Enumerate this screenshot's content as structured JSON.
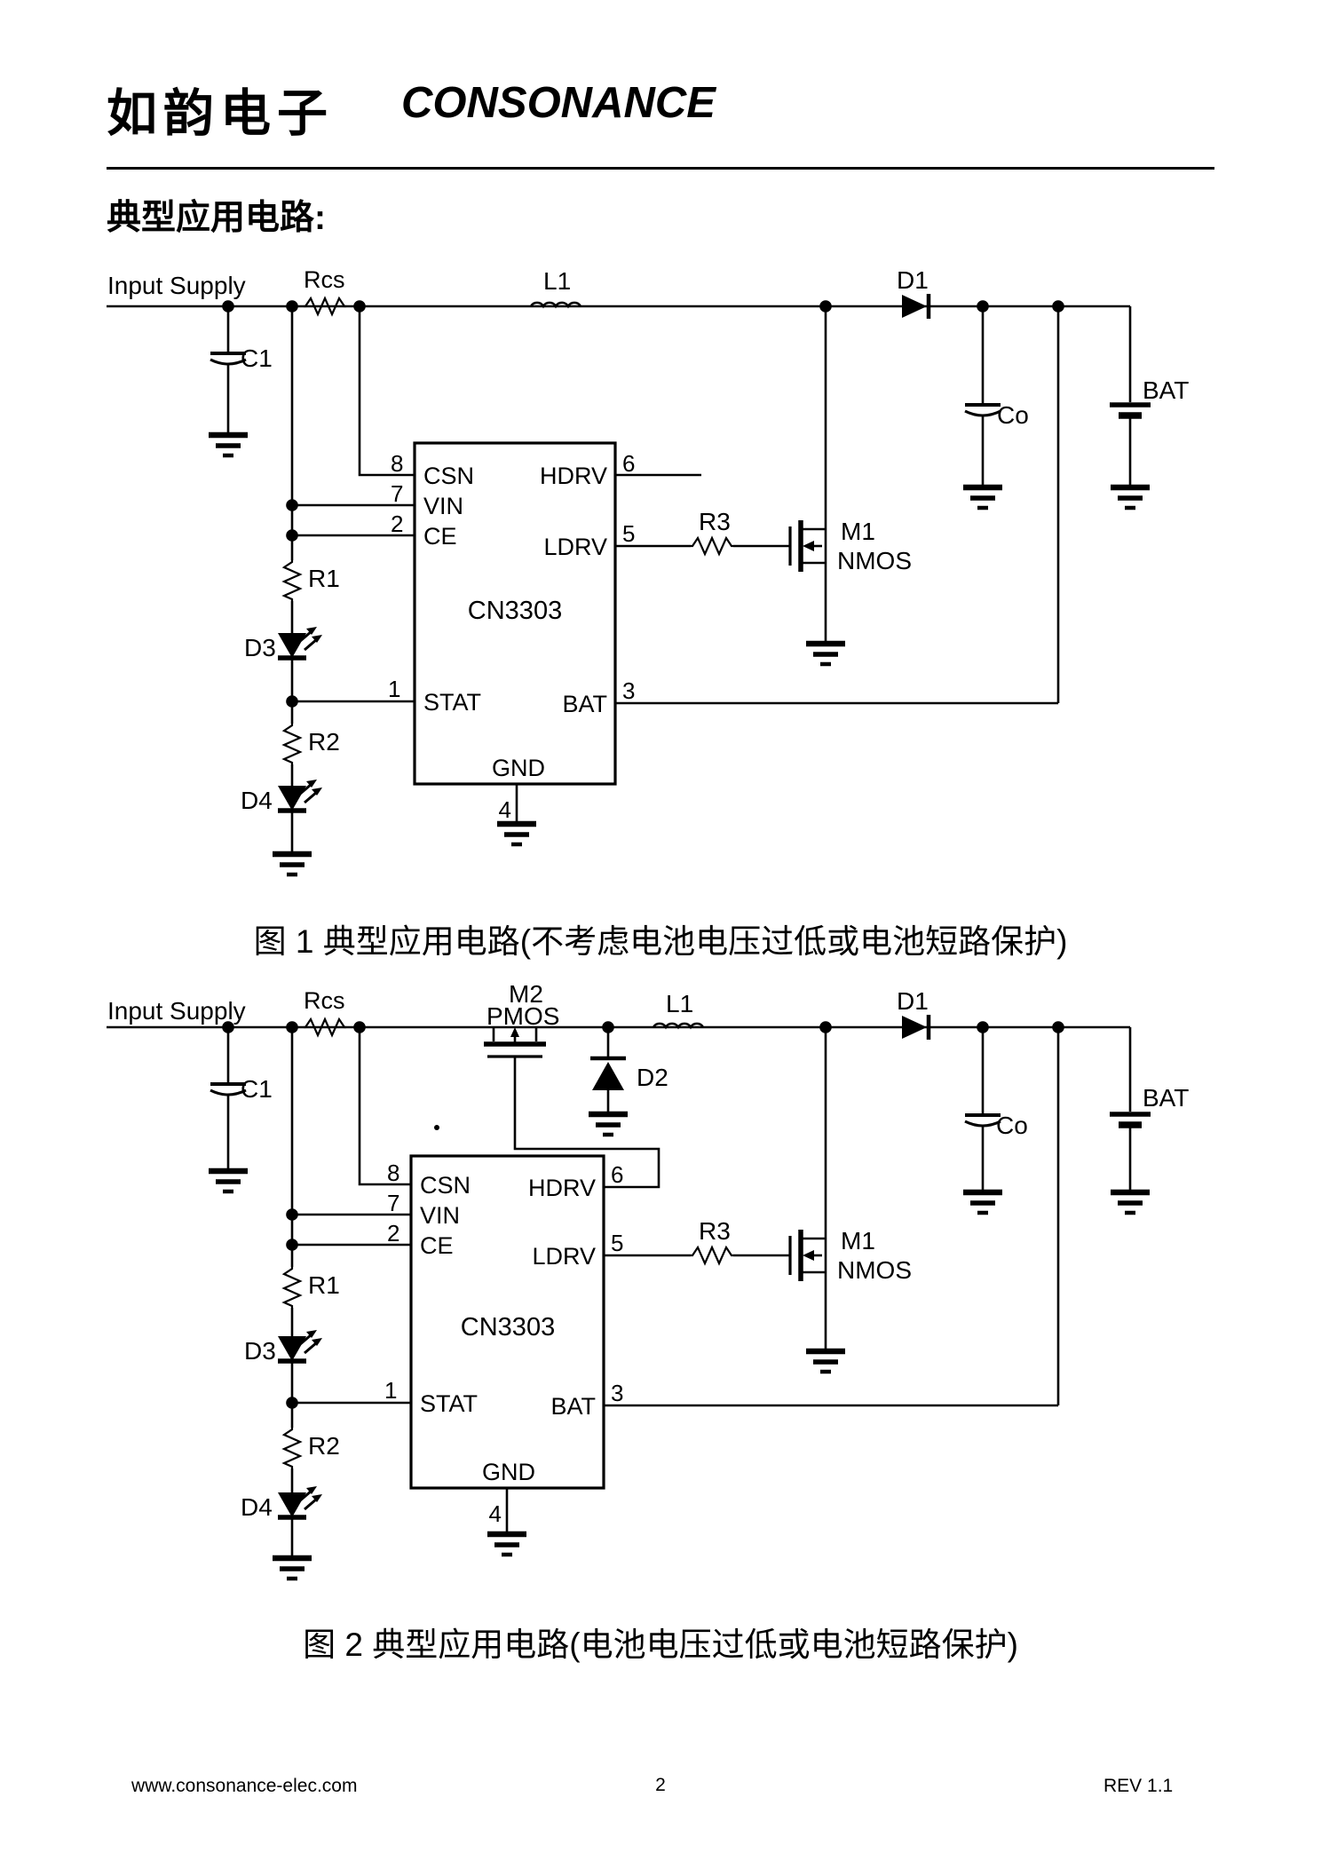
{
  "header": {
    "brand_cn": "如韵电子",
    "brand_en": "CONSONANCE"
  },
  "section_title": "典型应用电路:",
  "figure1": {
    "caption": "图 1  典型应用电路(不考虑电池电压过低或电池短路保护)",
    "ic": {
      "name": "CN3303",
      "pins": {
        "csn": "CSN",
        "vin": "VIN",
        "ce": "CE",
        "stat": "STAT",
        "hdrv": "HDRV",
        "ldrv": "LDRV",
        "bat": "BAT",
        "gnd": "GND"
      },
      "pin_numbers": {
        "csn": "8",
        "vin": "7",
        "ce": "2",
        "stat": "1",
        "hdrv": "6",
        "ldrv": "5",
        "bat": "3",
        "gnd": "4"
      }
    },
    "labels": {
      "input_supply": "Input Supply",
      "rcs": "Rcs",
      "c1": "C1",
      "l1": "L1",
      "d1": "D1",
      "co": "Co",
      "bat": "BAT",
      "r1": "R1",
      "d3": "D3",
      "r2": "R2",
      "d4": "D4",
      "r3": "R3",
      "m1": "M1",
      "m1_type": "NMOS"
    }
  },
  "figure2": {
    "caption": "图 2  典型应用电路(电池电压过低或电池短路保护)",
    "ic": {
      "name": "CN3303",
      "pins": {
        "csn": "CSN",
        "vin": "VIN",
        "ce": "CE",
        "stat": "STAT",
        "hdrv": "HDRV",
        "ldrv": "LDRV",
        "bat": "BAT",
        "gnd": "GND"
      },
      "pin_numbers": {
        "csn": "8",
        "vin": "7",
        "ce": "2",
        "stat": "1",
        "hdrv": "6",
        "ldrv": "5",
        "bat": "3",
        "gnd": "4"
      }
    },
    "labels": {
      "input_supply": "Input Supply",
      "rcs": "Rcs",
      "c1": "C1",
      "l1": "L1",
      "d1": "D1",
      "co": "Co",
      "bat": "BAT",
      "m2": "M2",
      "m2_type": "PMOS",
      "d2": "D2",
      "r1": "R1",
      "d3": "D3",
      "r2": "R2",
      "d4": "D4",
      "r3": "R3",
      "m1": "M1",
      "m1_type": "NMOS"
    }
  },
  "footer": {
    "website": "www.consonance-elec.com",
    "page": "2",
    "revision": "REV 1.1"
  }
}
